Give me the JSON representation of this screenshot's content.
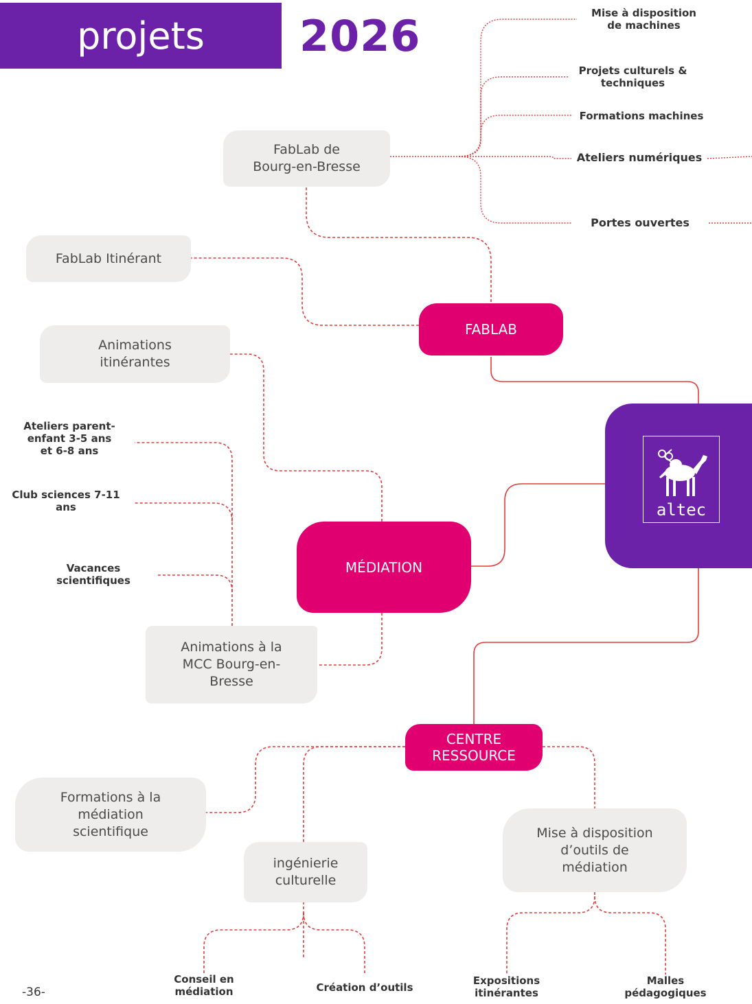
{
  "header": {
    "title_left": "projets",
    "title_right": "2026"
  },
  "logo": {
    "text": "altec"
  },
  "nodes": {
    "fablab": "FABLAB",
    "mediation": "MÉDIATION",
    "centre_line1": "CENTRE",
    "centre_line2": "RESSOURCE",
    "fablab_bourg_line1": "FabLab de",
    "fablab_bourg_line2": "Bourg-en-Bresse",
    "fablab_itinerant": "FabLab Itinérant",
    "animations_itinerantes_line1": "Animations",
    "animations_itinerantes_line2": "itinérantes",
    "animations_mcc_line1": "Animations à la",
    "animations_mcc_line2": "MCC Bourg-en-",
    "animations_mcc_line3": "Bresse",
    "formations_mediation_line1": "Formations à la",
    "formations_mediation_line2": "médiation",
    "formations_mediation_line3": "scientifique",
    "ingenierie_line1": "ingénierie",
    "ingenierie_line2": "culturelle",
    "mise_outils_line1": "Mise à disposition",
    "mise_outils_line2": "d’outils de",
    "mise_outils_line3": "médiation"
  },
  "leaves": {
    "mise_machines_line1": "Mise à disposition",
    "mise_machines_line2": "de machines",
    "projets_culturels_line1": "Projets culturels &",
    "projets_culturels_line2": "techniques",
    "formations_machines": "Formations machines",
    "ateliers_numeriques": "Ateliers numériques",
    "portes_ouvertes": "Portes ouvertes",
    "ateliers_parent_line1": "Ateliers parent-",
    "ateliers_parent_line2": "enfant 3-5 ans",
    "ateliers_parent_line3": "et 6-8 ans",
    "club_sciences_line1": "Club sciences 7-11",
    "club_sciences_line2": "ans",
    "vacances_line1": "Vacances",
    "vacances_line2": "scientifiques",
    "conseil_line1": "Conseil en",
    "conseil_line2": "médiation",
    "creation_outils": "Création d’outils",
    "expositions_line1": "Expositions",
    "expositions_line2": "itinérantes",
    "malles_line1": "Malles",
    "malles_line2": "pédagogiques"
  },
  "page_number": "-36-",
  "colors": {
    "purple": "#6b21a8",
    "pink": "#e0006f",
    "grey_node": "#efedeb",
    "edge_red": "#e23b3b"
  }
}
